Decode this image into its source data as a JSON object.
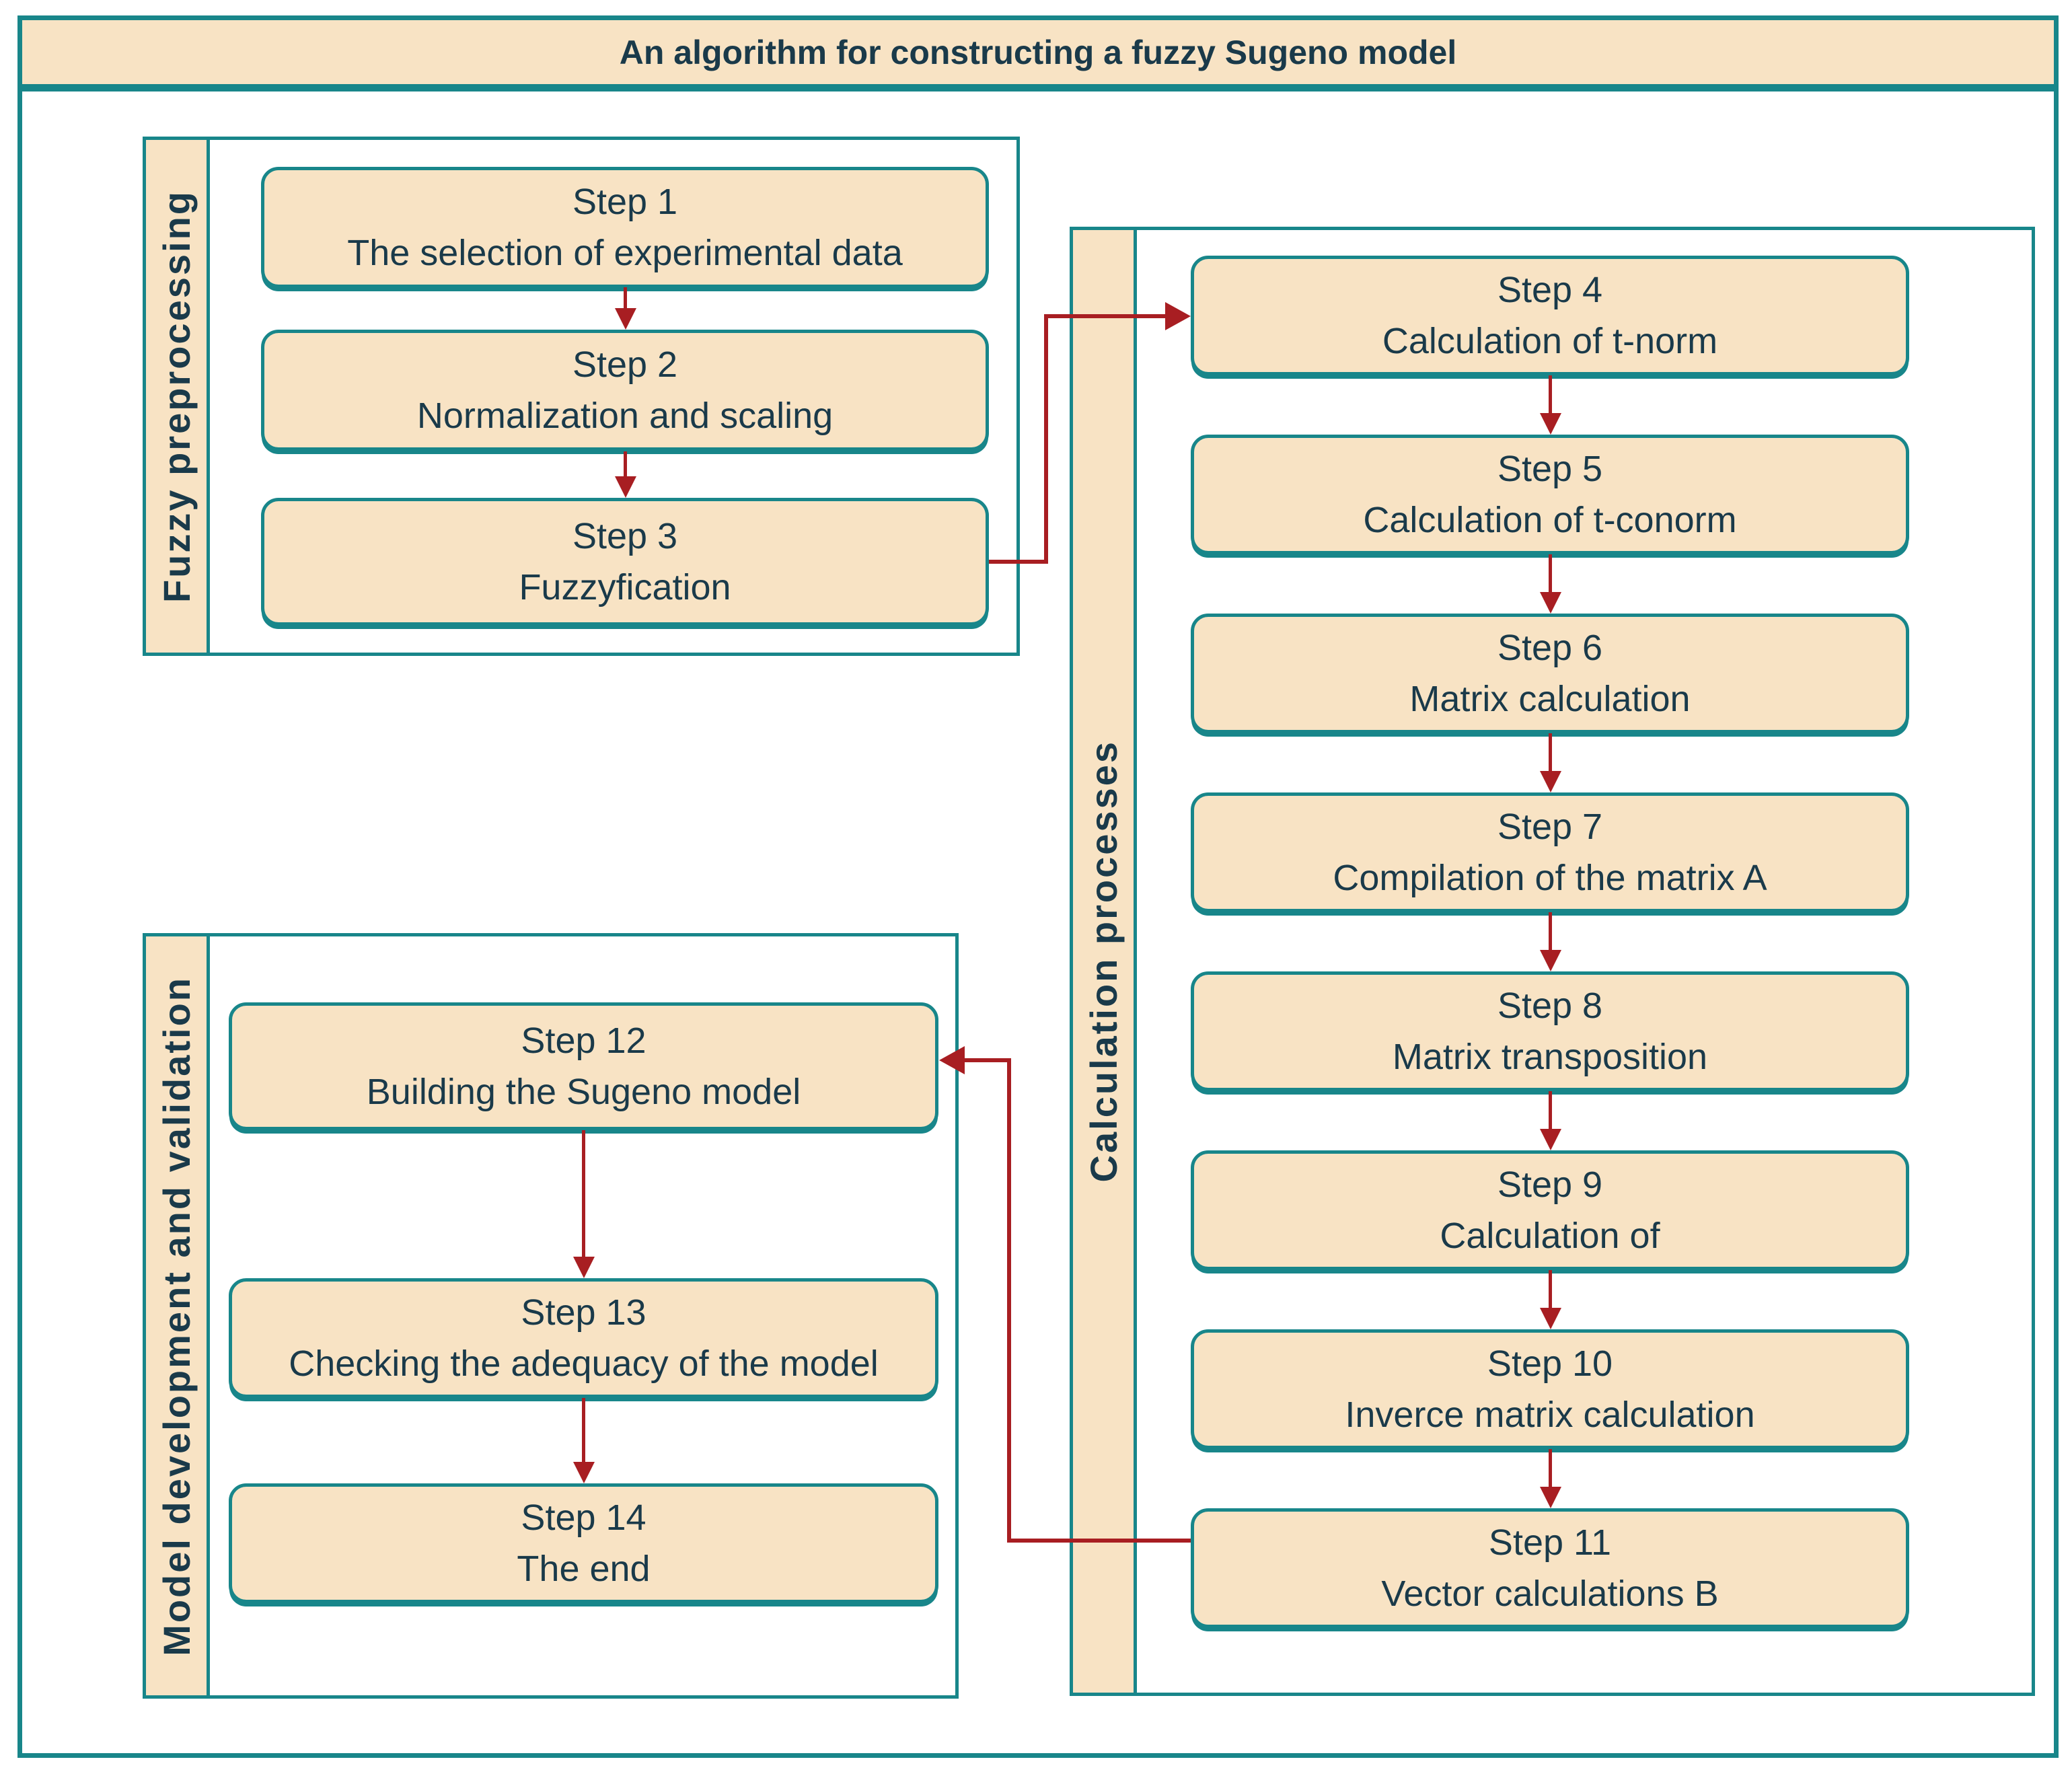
{
  "title": "An algorithm for constructing a fuzzy Sugeno model",
  "colors": {
    "teal_border": "#18868a",
    "cream_fill": "#f8e3c4",
    "dark_text": "#1a3a4a",
    "arrow_red": "#a81e22",
    "background": "#ffffff"
  },
  "groups": [
    {
      "label": "Fuzzy preprocessing",
      "steps": [
        {
          "title": "Step 1",
          "desc": "The selection of experimental data"
        },
        {
          "title": "Step 2",
          "desc": "Normalization and scaling"
        },
        {
          "title": "Step 3",
          "desc": "Fuzzyfication"
        }
      ]
    },
    {
      "label": "Calculation processes",
      "steps": [
        {
          "title": "Step 4",
          "desc": "Calculation of t-norm"
        },
        {
          "title": "Step 5",
          "desc": "Calculation of t-conorm"
        },
        {
          "title": "Step 6",
          "desc": "Matrix calculation"
        },
        {
          "title": "Step 7",
          "desc": "Compilation of the matrix A"
        },
        {
          "title": "Step 8",
          "desc": "Matrix transposition"
        },
        {
          "title": "Step 9",
          "desc": "Calculation of"
        },
        {
          "title": "Step 10",
          "desc": "Inverce matrix calculation"
        },
        {
          "title": "Step 11",
          "desc": "Vector calculations B"
        }
      ]
    },
    {
      "label": "Model development and validation",
      "steps": [
        {
          "title": "Step 12",
          "desc": "Building the Sugeno model"
        },
        {
          "title": "Step 13",
          "desc": "Checking the adequacy of the model"
        },
        {
          "title": "Step 14",
          "desc": "The end"
        }
      ]
    }
  ],
  "connectors": [
    {
      "from": "Step 3",
      "to": "Step 4"
    },
    {
      "from": "Step 11",
      "to": "Step 12"
    }
  ]
}
